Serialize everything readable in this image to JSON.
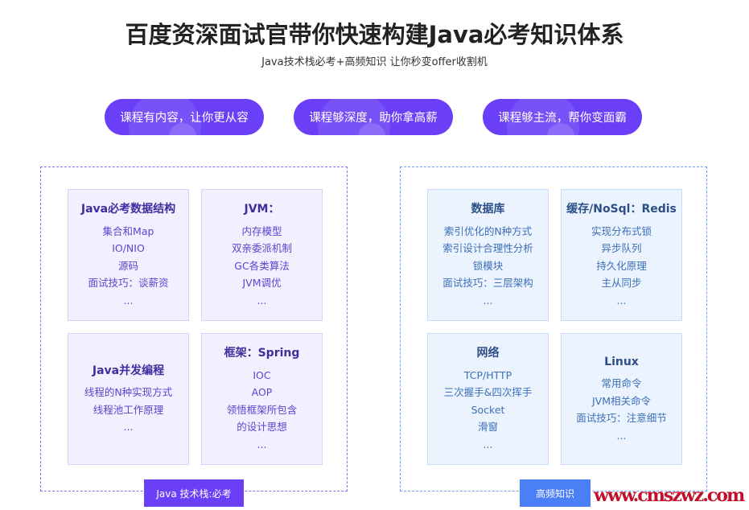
{
  "title": "百度资深面试官带你快速构建Java必考知识体系",
  "subtitle": "Java技术栈必考+高频知识 让你秒变offer收割机",
  "pills": [
    "课程有内容，让你更从容",
    "课程够深度，助你拿高薪",
    "课程够主流，帮你变面霸"
  ],
  "groups": [
    {
      "tag": "Java 技术栈:必考",
      "cards": [
        {
          "title": "Java必考数据结构",
          "items": [
            "集合和Map",
            "IO/NIO",
            "源码",
            "面试技巧：谈薪资",
            "..."
          ]
        },
        {
          "title": "JVM：",
          "items": [
            "内存模型",
            "双亲委派机制",
            "GC各类算法",
            "JVM调优",
            "..."
          ]
        },
        {
          "title": "Java并发编程",
          "items": [
            "线程的N种实现方式",
            "线程池工作原理",
            "..."
          ]
        },
        {
          "title": "框架：Spring",
          "items": [
            "IOC",
            "AOP",
            "领悟框架所包含",
            "的设计思想",
            "..."
          ]
        }
      ]
    },
    {
      "tag": "高频知识",
      "cards": [
        {
          "title": "数据库",
          "items": [
            "索引优化的N种方式",
            "索引设计合理性分析",
            "锁模块",
            "面试技巧：三层架构",
            "..."
          ]
        },
        {
          "title": "缓存/NoSql：Redis",
          "items": [
            "实现分布式锁",
            "异步队列",
            "持久化原理",
            "主从同步",
            "..."
          ]
        },
        {
          "title": "网络",
          "items": [
            "TCP/HTTP",
            "三次握手&四次挥手",
            "Socket",
            "滑窗",
            "..."
          ]
        },
        {
          "title": "Linux",
          "items": [
            "常用命令",
            "JVM相关命令",
            "面试技巧：注意细节",
            "..."
          ]
        }
      ]
    }
  ],
  "watermark": "www.cmszwz.com",
  "colors": {
    "purple": "#6a3ff7",
    "blue": "#4a7ff7"
  }
}
